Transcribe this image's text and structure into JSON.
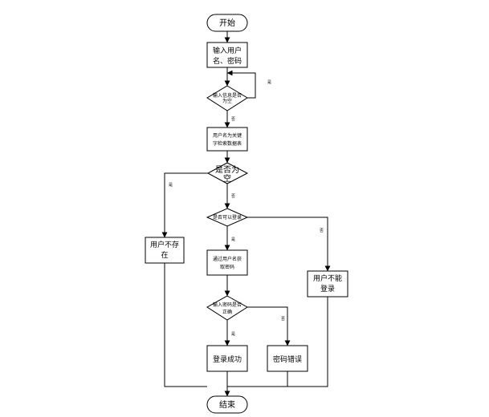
{
  "nodes": {
    "start": "开始",
    "input_credentials_l1": "输入用户",
    "input_credentials_l2": "名、密码",
    "check_input_l1": "输入信息是否",
    "check_input_l2": "为空",
    "query_l1": "用户名为关键",
    "query_l2": "字检索数据表",
    "is_empty_l1": "是否为",
    "is_empty_l2": "空",
    "can_login": "是否可以登录",
    "user_not_exist_l1": "用户不存",
    "user_not_exist_l2": "在",
    "get_password_l1": "通过用户名获",
    "get_password_l2": "取密码",
    "cannot_login_l1": "用户不能",
    "cannot_login_l2": "登录",
    "check_password_l1": "输入密码是否",
    "check_password_l2": "正确",
    "login_success": "登录成功",
    "password_error": "密码错误",
    "end": "结束"
  },
  "edge_labels": {
    "input_empty_yes": "是",
    "input_empty_no": "否",
    "is_empty_yes": "是",
    "is_empty_no": "否",
    "can_login_yes": "是",
    "can_login_no": "否",
    "password_yes": "是",
    "password_no": "否"
  }
}
